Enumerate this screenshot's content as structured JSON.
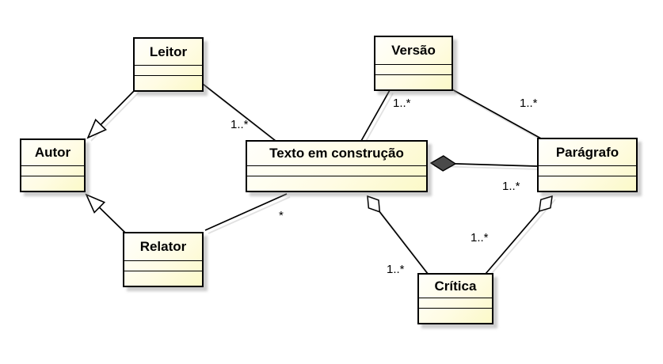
{
  "diagram": {
    "type": "uml-class-diagram",
    "background_color": "#ffffff",
    "colors": {
      "class_fill_top": "#fffffb",
      "class_fill_bottom": "#fbf9c8",
      "class_border": "#000000",
      "line": "#000000",
      "line_shadow": "#e0e0e0",
      "composition_diamond_fill": "#4a4a4a",
      "aggregation_diamond_fill": "#ffffff",
      "generalization_arrow_fill": "#ffffff"
    },
    "classes": [
      {
        "name": "Leitor"
      },
      {
        "name": "Versão"
      },
      {
        "name": "Autor"
      },
      {
        "name": "Texto em construção"
      },
      {
        "name": "Parágrafo"
      },
      {
        "name": "Relator"
      },
      {
        "name": "Crítica"
      }
    ],
    "relationships": [
      {
        "from": "Leitor",
        "to": "Autor",
        "type": "generalization",
        "multiplicity": ""
      },
      {
        "from": "Relator",
        "to": "Autor",
        "type": "generalization",
        "multiplicity": ""
      },
      {
        "from": "Leitor",
        "to": "Texto em construção",
        "type": "association",
        "multiplicity": "1..*"
      },
      {
        "from": "Versão",
        "to": "Texto em construção",
        "type": "association",
        "multiplicity": "1..*"
      },
      {
        "from": "Versão",
        "to": "Parágrafo",
        "type": "association",
        "multiplicity": "1..*"
      },
      {
        "from": "Texto em construção",
        "to": "Parágrafo",
        "type": "composition",
        "multiplicity": "1..*"
      },
      {
        "from": "Texto em construção",
        "to": "Crítica",
        "type": "aggregation",
        "multiplicity": "1..*"
      },
      {
        "from": "Parágrafo",
        "to": "Crítica",
        "type": "aggregation",
        "multiplicity": "1..*"
      },
      {
        "from": "Relator",
        "to": "Texto em construção",
        "type": "association",
        "multiplicity": "*"
      }
    ]
  }
}
